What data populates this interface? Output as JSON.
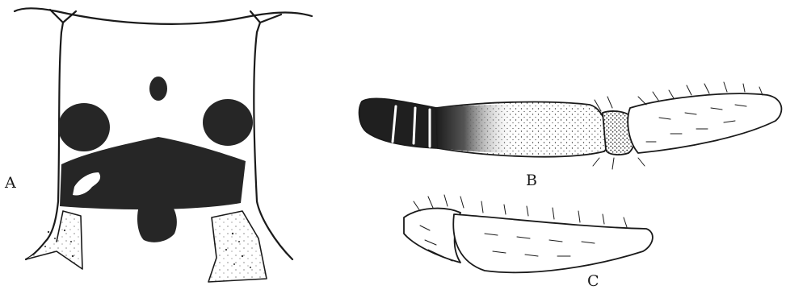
{
  "figure": {
    "panels": [
      {
        "id": "A",
        "label": "A",
        "subject": "head-frontal-view"
      },
      {
        "id": "B",
        "label": "B",
        "subject": "antenna"
      },
      {
        "id": "C",
        "label": "C",
        "subject": "antennal-segment"
      }
    ]
  },
  "colors": {
    "ink": "#1a1a1a",
    "paper": "#ffffff",
    "dark_fill": "#2a2a2a"
  }
}
